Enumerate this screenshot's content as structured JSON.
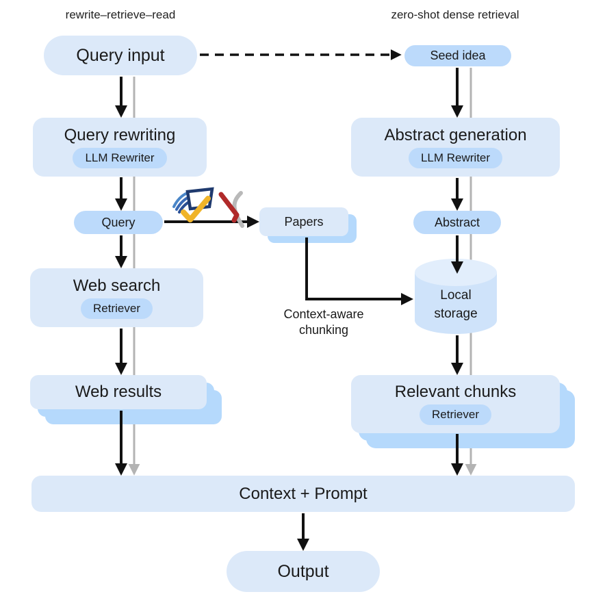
{
  "headers": {
    "left": "rewrite–retrieve–read",
    "right": "zero-shot dense retrieval"
  },
  "nodes": {
    "query_input": {
      "label": "Query input"
    },
    "seed_idea": {
      "label": "Seed idea"
    },
    "query_rewriting": {
      "title": "Query rewriting",
      "badge": "LLM Rewriter"
    },
    "abstract_generation": {
      "title": "Abstract generation",
      "badge": "LLM Rewriter"
    },
    "query": {
      "label": "Query"
    },
    "abstract": {
      "label": "Abstract"
    },
    "papers": {
      "label": "Papers"
    },
    "web_search": {
      "title": "Web search",
      "badge": "Retriever"
    },
    "local_storage": {
      "line1": "Local",
      "line2": "storage"
    },
    "web_results": {
      "label": "Web results"
    },
    "relevant_chunks": {
      "title": "Relevant chunks",
      "badge": "Retriever"
    },
    "context_prompt": {
      "label": "Context + Prompt"
    },
    "output": {
      "label": "Output"
    }
  },
  "edge_labels": {
    "chunking_line1": "Context-aware",
    "chunking_line2": "chunking"
  },
  "icons": {
    "semantic_scholar": "semantic-scholar-icon",
    "arxiv": "arxiv-icon"
  },
  "colors": {
    "node_fill_light": "#dce9f9",
    "pill_fill": "#bcdafb",
    "stack_fill": "#b5d9fc",
    "cylinder_body": "#cfe3fa",
    "cylinder_top": "#e2eefc",
    "arrow_black": "#111111",
    "arrow_gray": "#b3b3b3",
    "text": "#1a1a1a"
  }
}
